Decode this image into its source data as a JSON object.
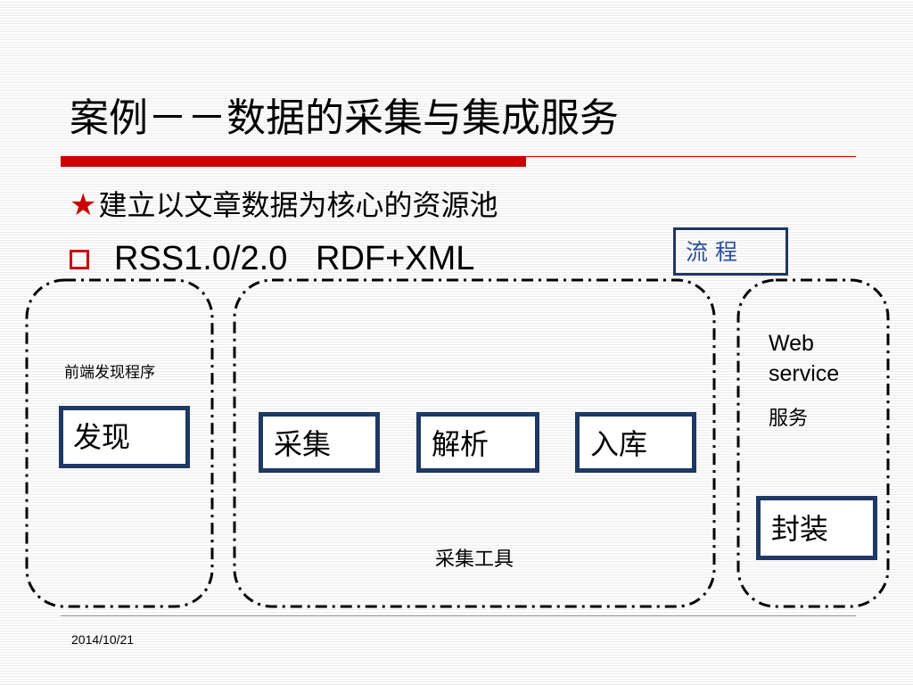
{
  "colors": {
    "accent": "#cc0000",
    "box_border": "#1f3864",
    "flow_text": "#2a4f9c",
    "dash_border": "#000000"
  },
  "title": "案例－－数据的采集与集成服务",
  "bullets": [
    {
      "marker": "★",
      "marker_icon": "star-icon",
      "text": "建立以文章数据为核心的资源池"
    },
    {
      "marker_icon": "hollow-square-icon",
      "text": "RSS1.0/2.0   RDF+XML"
    }
  ],
  "flow_label": "流 程",
  "groups": {
    "frontend": {
      "label": "前端发现程序",
      "box": "发现"
    },
    "collector": {
      "boxes": [
        "采集",
        "解析",
        "入库"
      ],
      "label": "采集工具"
    },
    "service": {
      "label": "Web service",
      "sublabel": "服务",
      "box": "封装"
    }
  },
  "footer": {
    "date": "2014/10/21"
  }
}
